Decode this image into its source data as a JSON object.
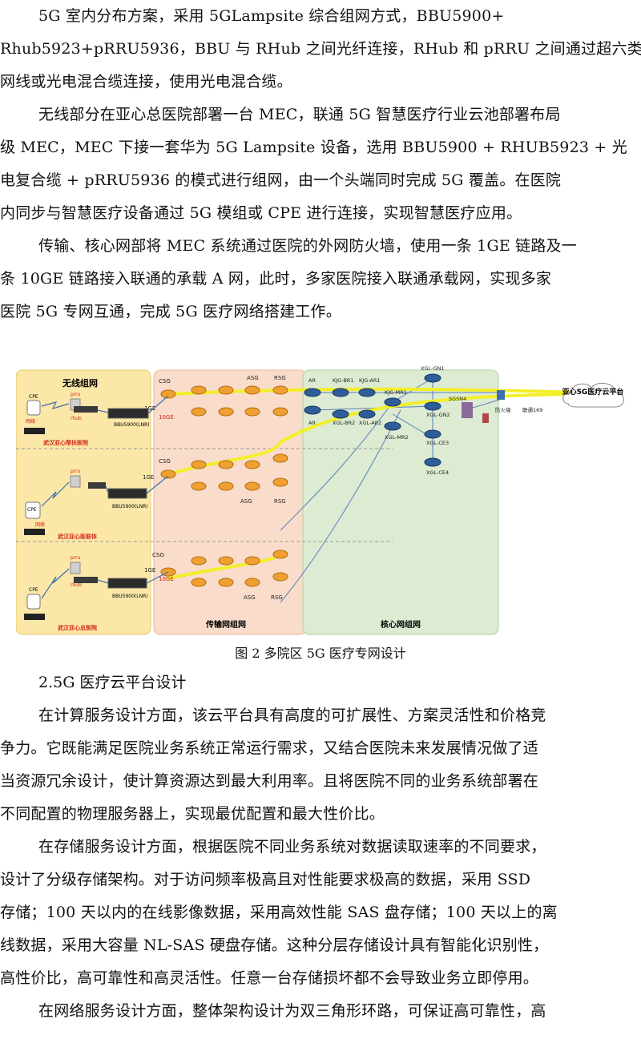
{
  "top_paragraphs": [
    {
      "lines": [
        "5G 室内分布方案，采用 5GLampsite 综合组网方式，BBU5900+",
        "Rhub5923+pRRU5936，BBU 与 RHub 之间光纤连接，RHub 和 pRRU 之间通过超六类",
        "网线或光电混合缆连接，使用光电混合缆。"
      ]
    },
    {
      "lines": [
        "无线部分在亚心总医院部署一台 MEC，联通 5G 智慧医疗行业云池部署布局",
        "级 MEC，MEC 下接一套华为 5G Lampsite 设备，选用 BBU5900 + RHUB5923 + 光",
        "电复合缆 + pRRU5936 的模式进行组网，由一个头端同时完成 5G 覆盖。在医院",
        "内同步与智慧医疗设备通过 5G 模组或 CPE 进行连接，实现智慧医疗应用。"
      ]
    },
    {
      "lines": [
        "传输、核心网部将 MEC 系统通过医院的外网防火墙，使用一条 1GE 链路及一",
        "条 10GE 链路接入联通的承载 A 网，此时，多家医院接入联通承载网，实现多家",
        "医院 5G 专网互通，完成 5G 医疗网络搭建工作。"
      ]
    }
  ],
  "figure": {
    "zone_labels": [
      "无线组网",
      "传输网组网",
      "核心网组网"
    ],
    "hospitals": [
      "武汉亚心帮扶医院",
      "武汉亚心医联体",
      "武汉亚心总医院"
    ],
    "device_labels": {
      "cpe": "CPE",
      "prru": "prru",
      "rhub": "rhub",
      "bbu": "BBU5900(LNR)",
      "network": "网络",
      "csg": "CSG",
      "asg": "ASG",
      "rsg": "RSG",
      "ge1": "1GE",
      "ge10": "10GE",
      "ar": "AR",
      "kjg_br1": "KJG-BR1",
      "kjg_ar1": "KJG-AR1",
      "kjg_mr1": "KJG-MR1",
      "xgl_gn1": "XGL-GN1",
      "xgl_br2": "XGL-BR2",
      "xgl_ar2": "XGL-AR2",
      "xgl_mr2": "XGL-MR2",
      "xgl_gn2": "XGL-GN2",
      "xgl_ce3": "XGL-CE3",
      "xgl_ce4": "XGL-CE4",
      "sgsn4": "SGSN4",
      "firewall": "防火墙",
      "unicom169": "联通169",
      "cloud": "亚心5G医疗云平台"
    },
    "colors": {
      "wireless_zone": "#fbe7a8",
      "transport_zone": "#f9dcc9",
      "core_zone": "#dcebd2",
      "link_yellow": "#f2ef2a",
      "router": "#f0a030",
      "core_router": "#2e5d9a",
      "hospital_red": "#d4261c"
    },
    "caption": "图 2  多院区 5G 医疗专网设计"
  },
  "section_heading": "2.5G 医疗云平台设计",
  "bottom_paragraphs": [
    {
      "lines": [
        "在计算服务设计方面，该云平台具有高度的可扩展性、方案灵活性和价格竞",
        "争力。它既能满足医院业务系统正常运行需求，又结合医院未来发展情况做了适",
        "当资源冗余设计，使计算资源达到最大利用率。且将医院不同的业务系统部署在",
        "不同配置的物理服务器上，实现最优配置和最大性价比。"
      ]
    },
    {
      "lines": [
        "在存储服务设计方面，根据医院不同业务系统对数据读取速率的不同要求，",
        "设计了分级存储架构。对于访问频率极高且对性能要求极高的数据，采用 SSD",
        "存储；100 天以内的在线影像数据，采用高效性能 SAS 盘存储；100 天以上的离",
        "线数据，采用大容量 NL-SAS 硬盘存储。这种分层存储设计具有智能化识别性，",
        "高性价比，高可靠性和高灵活性。任意一台存储损坏都不会导致业务立即停用。"
      ]
    },
    {
      "lines": [
        "在网络服务设计方面，整体架构设计为双三角形环路，可保证高可靠性，高"
      ]
    }
  ]
}
